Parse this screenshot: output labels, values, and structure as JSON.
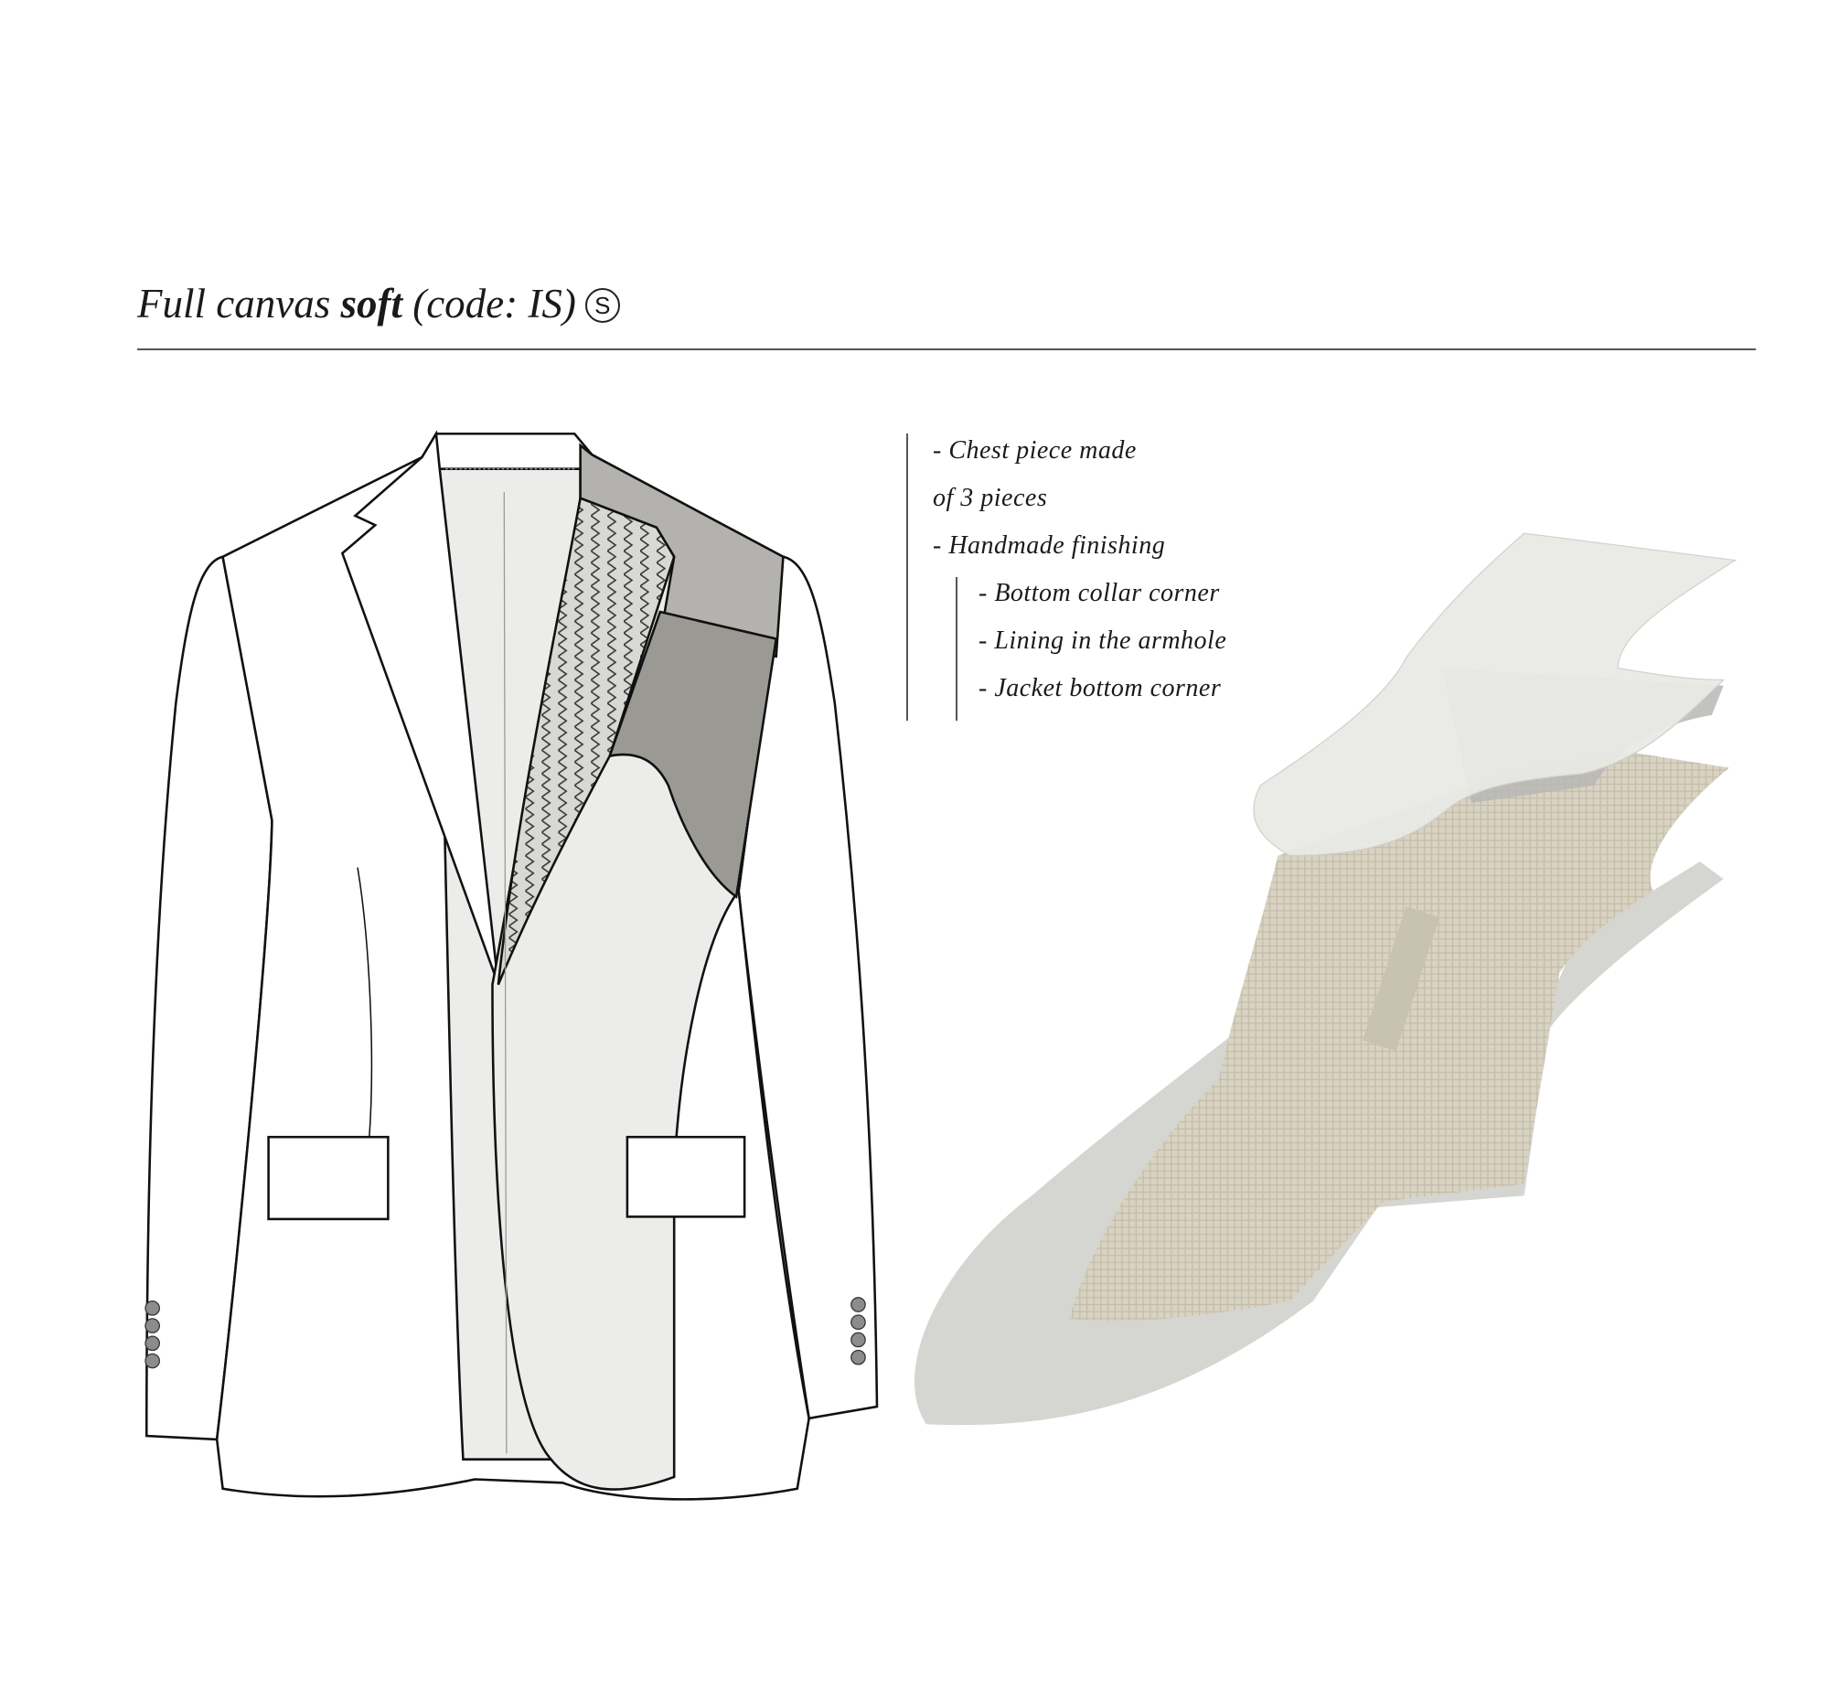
{
  "title": {
    "prefix": "Full canvas ",
    "bold": "soft",
    "suffix": " (code: IS)",
    "symbol": "S"
  },
  "notes": {
    "line1": "- Chest piece made",
    "line2": "of 3 pieces",
    "line3": "- Handmade finishing",
    "sub": [
      "- Bottom collar corner",
      "- Lining in the armhole",
      "- Jacket bottom corner"
    ]
  },
  "colors": {
    "canvas_dark": "#9a9993",
    "canvas_mid": "#b3b2ae",
    "canvas_light": "#ecedea",
    "linen": "#d8d2c2"
  }
}
